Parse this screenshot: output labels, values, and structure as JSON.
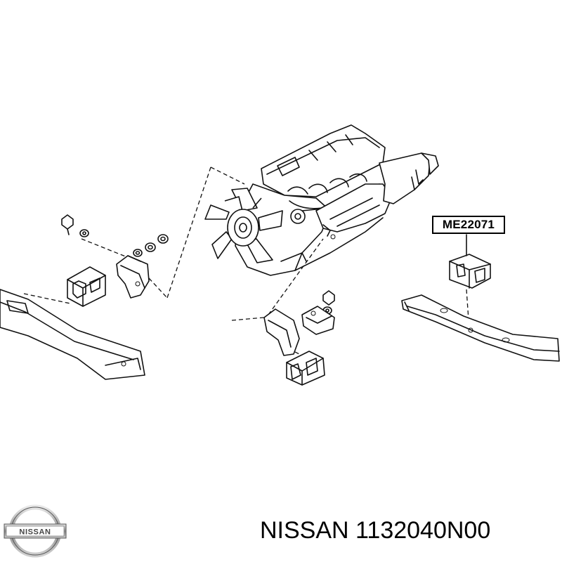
{
  "diagram": {
    "part_label": "ME22071"
  },
  "footer": {
    "brand_part_number": "NISSAN 1132040N00"
  },
  "logo": {
    "text": "NISSAN",
    "icon": "nissan-logo-icon"
  }
}
